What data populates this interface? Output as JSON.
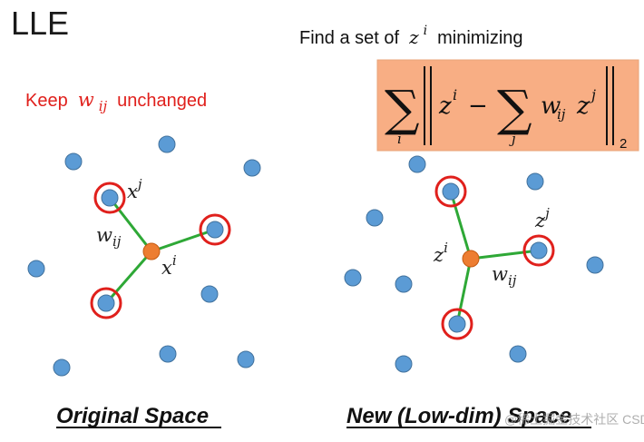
{
  "title": "LLE",
  "subtitle_text": "Find a set of",
  "subtitle_var": "z",
  "subtitle_sup": "i",
  "subtitle_end": "minimizing",
  "keep_text": "Keep",
  "keep_var": "w",
  "keep_sub": "ij",
  "keep_end": "unchanged",
  "formula": {
    "sum_symbol": "∑",
    "sum_index_i": "i",
    "sum_index_j": "j",
    "z": "z",
    "sup_i": "i",
    "minus": "−",
    "w": "w",
    "sub_ij": "ij",
    "sup_j": "j",
    "norm_sub": "2",
    "bg_color": "#f8ae84"
  },
  "labels": {
    "x": "x",
    "x_sup_j": "j",
    "x_sup_i": "i",
    "w": "w",
    "w_sub": "ij",
    "z": "z",
    "z_sup_j": "j",
    "z_sup_i": "i"
  },
  "captions": {
    "left": "Original Space",
    "right": "New (Low-dim) Space"
  },
  "watermark": "@稀土掘金技术社区 CSDN @uchong",
  "colors": {
    "point": "#5b9bd5",
    "point_stroke": "#41719c",
    "center": "#ed7d31",
    "ring": "#e0201c",
    "edge": "#2ea836"
  }
}
